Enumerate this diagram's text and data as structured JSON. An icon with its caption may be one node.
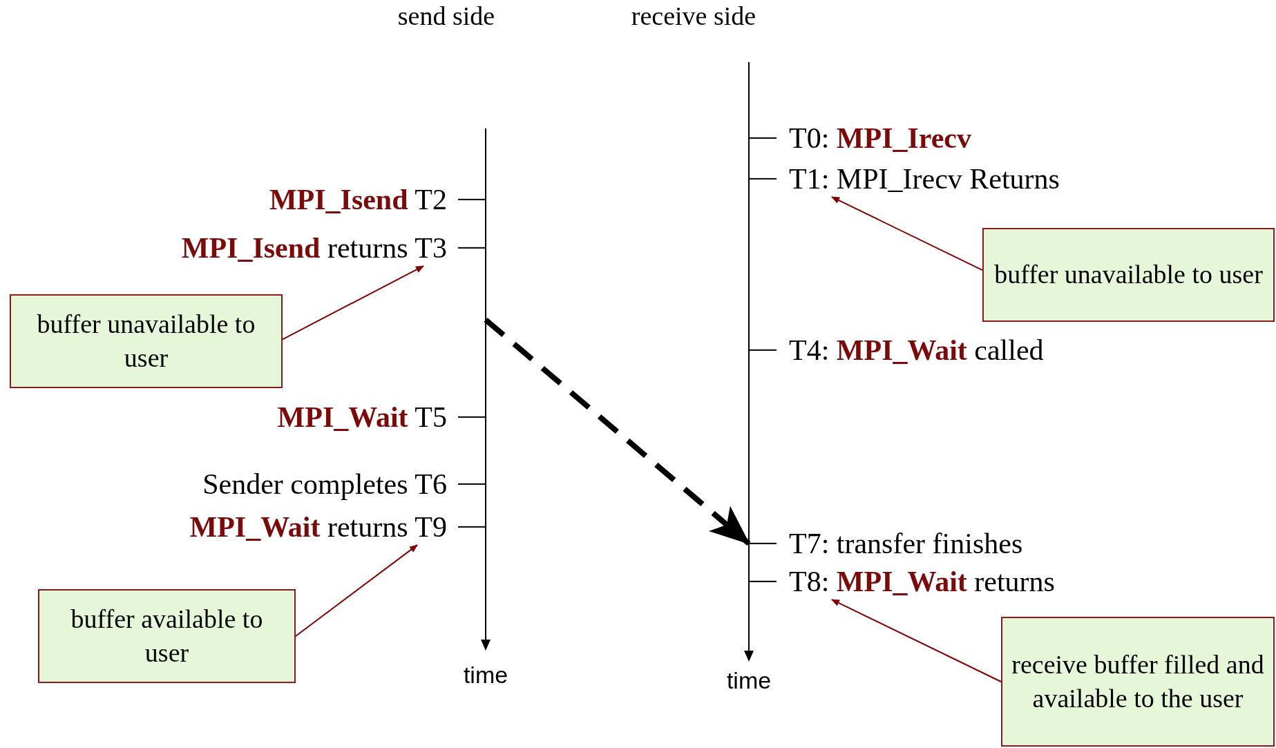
{
  "diagram": {
    "nodes": [
      {
        "text": [
          "T0: **MPI_Irecv**"
        ]
      },
      {
        "text": [
          "T1: MPI_Irecv Returns"
        ]
      },
      {
        "text": [
          "**MPI_Isend** T2"
        ]
      },
      {
        "text": [
          "buffer unavailable to user"
        ]
      },
      {
        "text": [
          "**MPI_Isend** returns T3"
        ]
      },
      {
        "text": [
          "buffer unavailable to user"
        ]
      },
      {
        "text": [
          "T4: **MPI_Wait** called"
        ]
      },
      {
        "text": [
          "**MPI_Wait** T5"
        ]
      },
      {
        "text": [
          "Sender completes T6"
        ]
      },
      {
        "text": [
          "**MPI_Wait** returns T9"
        ]
      },
      {
        "text": [
          "T7: transfer finishes"
        ]
      },
      {
        "text": [
          "T8: **MPI_Wait** returns"
        ]
      },
      {
        "text": [
          "buffer available to user"
        ]
      },
      {
        "text": [
          "receive buffer filled and available to the user"
        ]
      }
    ],
    "edges": [
      {
        "from": null,
        "to": 10,
        "arrow": "to",
        "style": "dashed",
        "color": "#000000"
      },
      {
        "from": 3,
        "to": 1,
        "arrow": "to"
      },
      {
        "from": 5,
        "to": 4,
        "arrow": "to"
      },
      {
        "from": 12,
        "to": 9,
        "arrow": "to"
      },
      {
        "from": 13,
        "to": 11,
        "arrow": "to"
      }
    ],
    "labels": [
      "send side",
      "receive side",
      "time",
      "time"
    ]
  }
}
